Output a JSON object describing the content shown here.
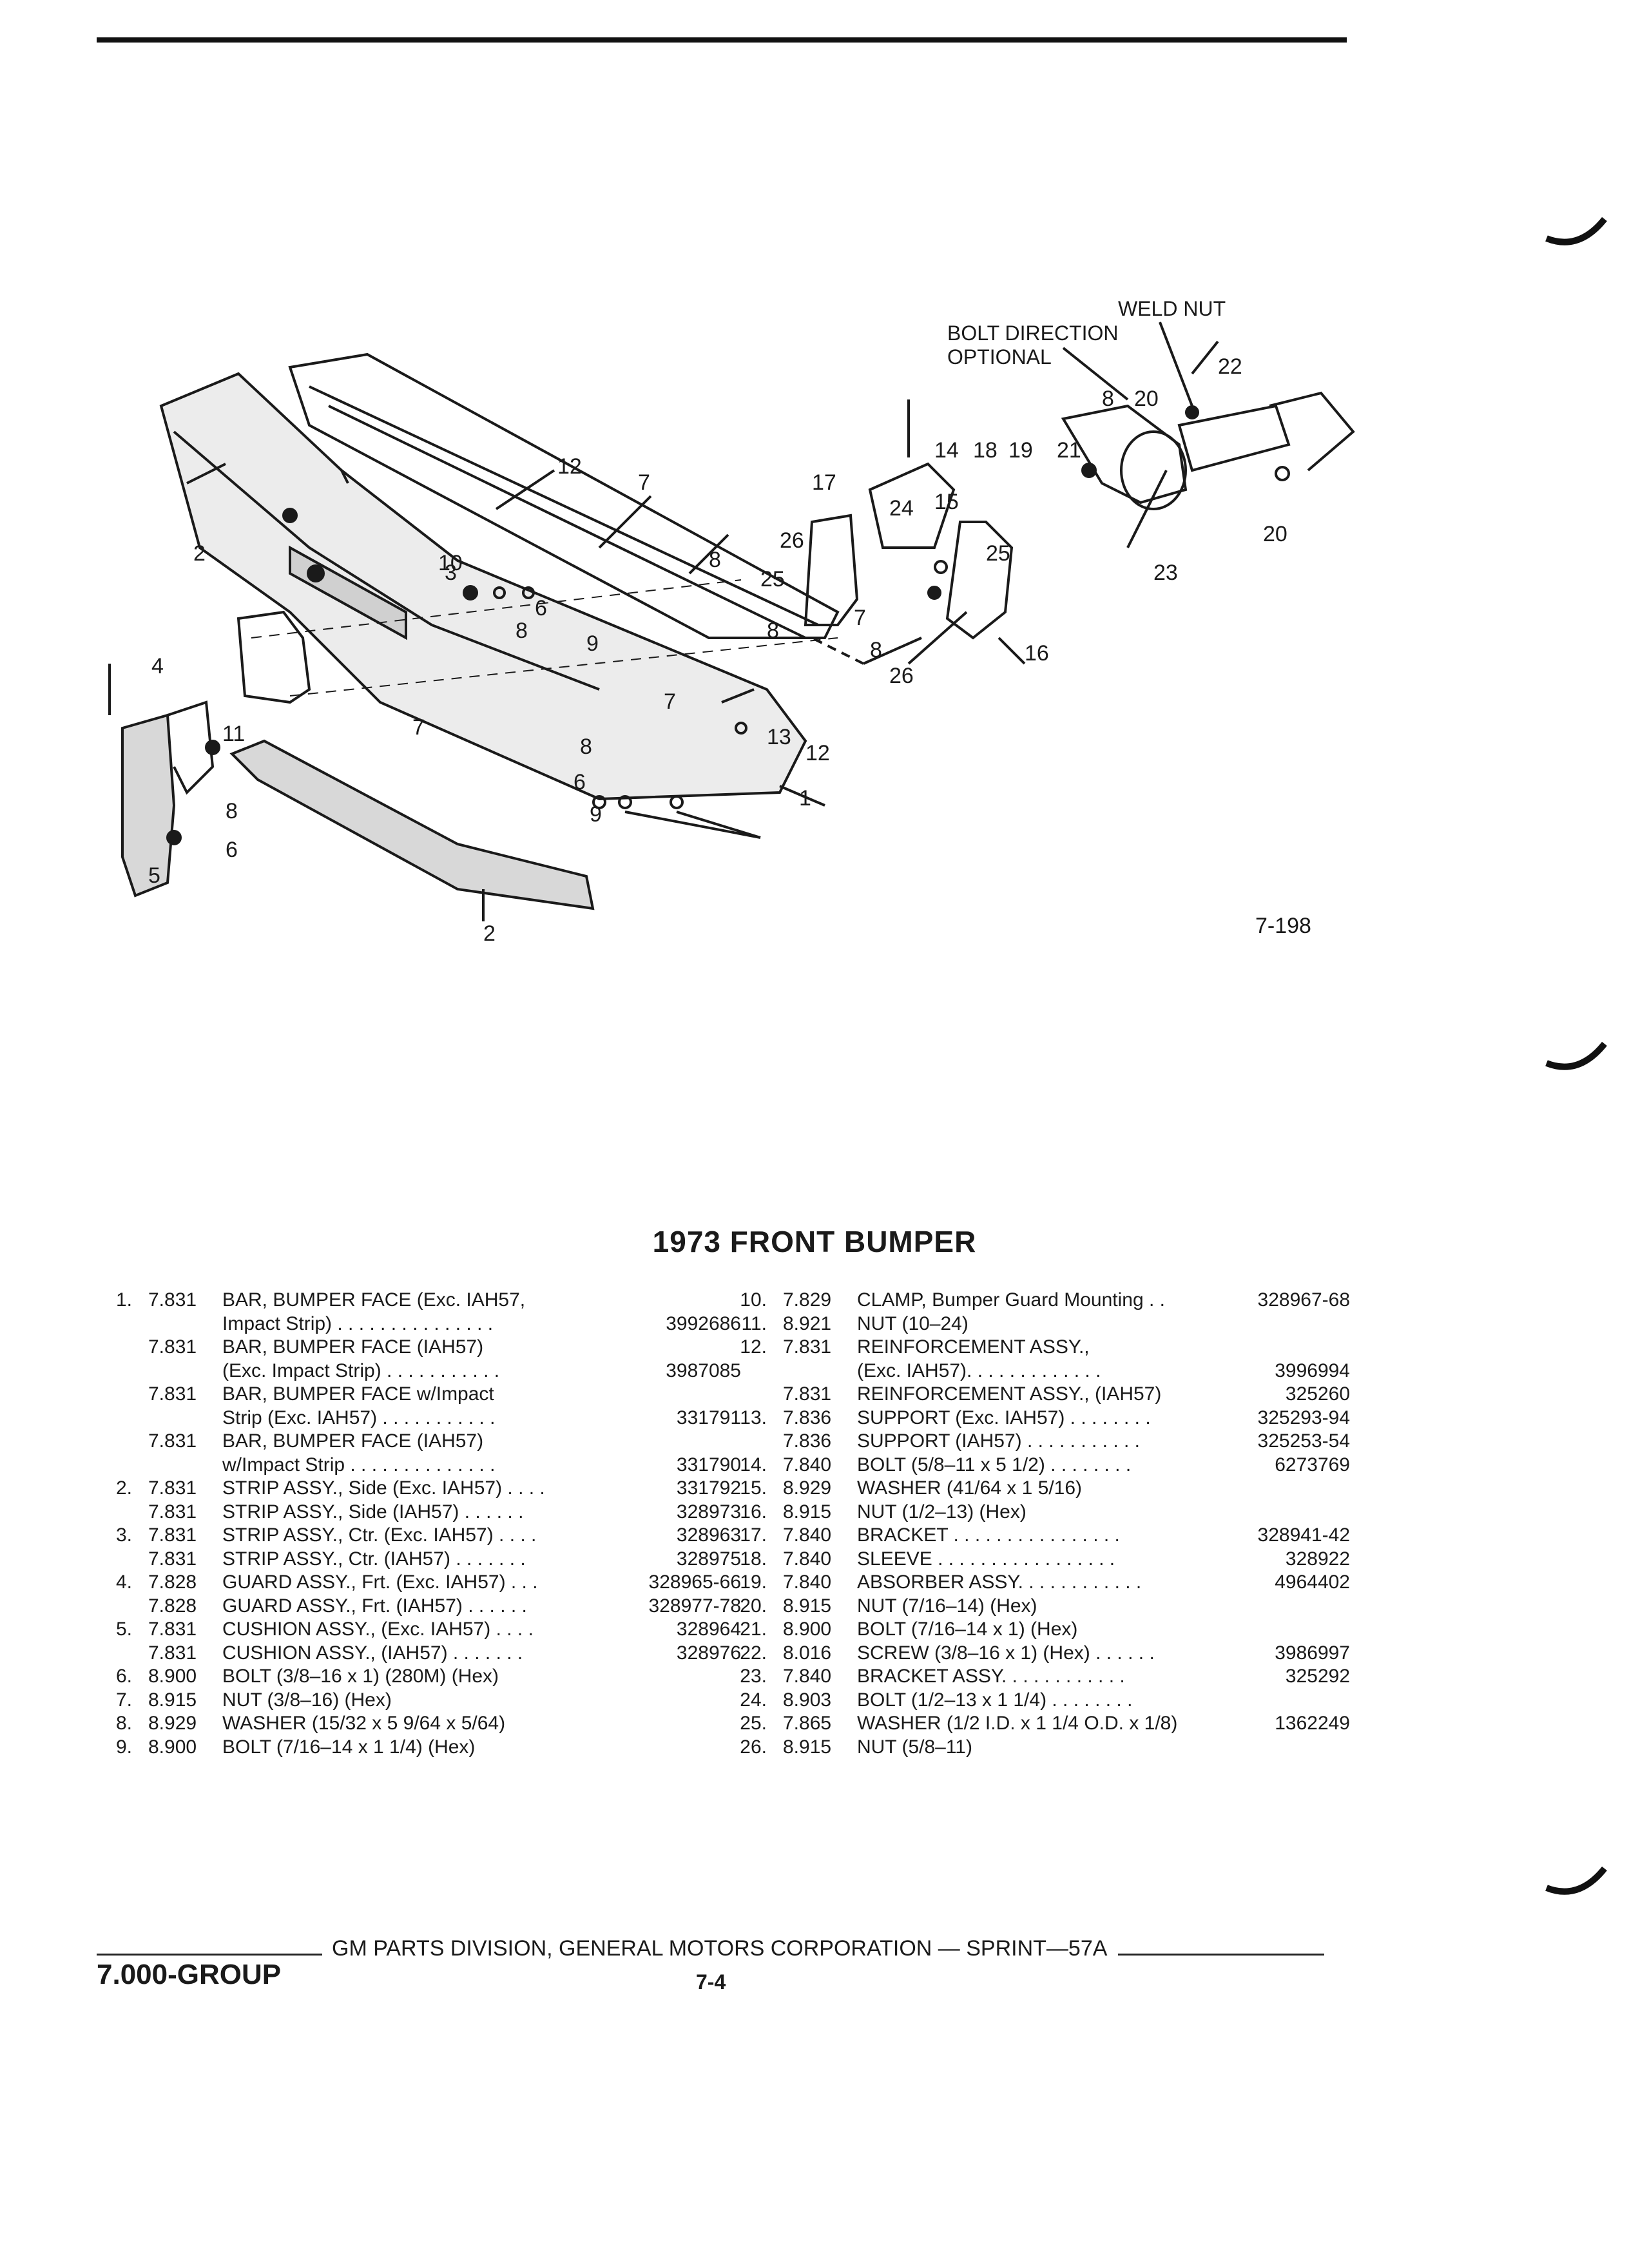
{
  "figure_number": "7-198",
  "callouts": {
    "weld_nut": "WELD NUT",
    "bolt_direction": "BOLT DIRECTION",
    "optional": "OPTIONAL"
  },
  "title": "1973 FRONT BUMPER",
  "left_items": [
    {
      "idx": "1.",
      "grp": "7.831",
      "desc": "BAR, BUMPER FACE (Exc. IAH57,",
      "pn": ""
    },
    {
      "idx": "",
      "grp": "",
      "desc": "     Impact Strip) . . . . . . . . . . . . . . .",
      "pn": "3992686"
    },
    {
      "idx": "",
      "grp": "7.831",
      "desc": "BAR, BUMPER FACE (IAH57)",
      "pn": ""
    },
    {
      "idx": "",
      "grp": "",
      "desc": "     (Exc. Impact Strip) . . . . . . . . . . .",
      "pn": "3987085"
    },
    {
      "idx": "",
      "grp": "7.831",
      "desc": "BAR, BUMPER FACE w/Impact",
      "pn": ""
    },
    {
      "idx": "",
      "grp": "",
      "desc": "     Strip (Exc. IAH57) . . . . . . . . . . .",
      "pn": "331791"
    },
    {
      "idx": "",
      "grp": "7.831",
      "desc": "BAR, BUMPER FACE (IAH57)",
      "pn": ""
    },
    {
      "idx": "",
      "grp": "",
      "desc": "     w/Impact Strip . . . . . . . . . . . . . .",
      "pn": "331790"
    },
    {
      "idx": "2.",
      "grp": "7.831",
      "desc": "STRIP ASSY., Side (Exc. IAH57) . . . .",
      "pn": "331792"
    },
    {
      "idx": "",
      "grp": "7.831",
      "desc": "STRIP ASSY., Side (IAH57) . . . . . .",
      "pn": "328973"
    },
    {
      "idx": "3.",
      "grp": "7.831",
      "desc": "STRIP ASSY., Ctr. (Exc. IAH57) . . . .",
      "pn": "328963"
    },
    {
      "idx": "",
      "grp": "7.831",
      "desc": "STRIP ASSY., Ctr. (IAH57) . . . . . . .",
      "pn": "328975"
    },
    {
      "idx": "4.",
      "grp": "7.828",
      "desc": "GUARD ASSY., Frt. (Exc. IAH57) . . .",
      "pn": "328965-66"
    },
    {
      "idx": "",
      "grp": "7.828",
      "desc": "GUARD ASSY., Frt. (IAH57) . . . . . .",
      "pn": "328977-78"
    },
    {
      "idx": "5.",
      "grp": "7.831",
      "desc": "CUSHION ASSY., (Exc. IAH57) . . . .",
      "pn": "328964"
    },
    {
      "idx": "",
      "grp": "7.831",
      "desc": "CUSHION ASSY., (IAH57) . . . . . . .",
      "pn": "328976"
    },
    {
      "idx": "6.",
      "grp": "8.900",
      "desc": "BOLT (3/8–16 x 1) (280M) (Hex)",
      "pn": ""
    },
    {
      "idx": "7.",
      "grp": "8.915",
      "desc": "NUT (3/8–16) (Hex)",
      "pn": ""
    },
    {
      "idx": "8.",
      "grp": "8.929",
      "desc": "WASHER (15/32 x 5 9/64 x 5/64)",
      "pn": ""
    },
    {
      "idx": "9.",
      "grp": "8.900",
      "desc": "BOLT (7/16–14 x 1 1/4) (Hex)",
      "pn": ""
    }
  ],
  "right_items": [
    {
      "idx": "10.",
      "grp": "7.829",
      "desc": "CLAMP, Bumper Guard Mounting . .",
      "pn": "328967-68"
    },
    {
      "idx": "11.",
      "grp": "8.921",
      "desc": "NUT (10–24)",
      "pn": ""
    },
    {
      "idx": "12.",
      "grp": "7.831",
      "desc": "REINFORCEMENT ASSY.,",
      "pn": ""
    },
    {
      "idx": "",
      "grp": "",
      "desc": "     (Exc. IAH57). . . . . . . . . . . . .",
      "pn": "3996994"
    },
    {
      "idx": "",
      "grp": "7.831",
      "desc": "REINFORCEMENT ASSY., (IAH57)",
      "pn": "325260"
    },
    {
      "idx": "13.",
      "grp": "7.836",
      "desc": "SUPPORT (Exc. IAH57) . . . . . . . .",
      "pn": "325293-94"
    },
    {
      "idx": "",
      "grp": "7.836",
      "desc": "SUPPORT (IAH57) . . . . . . . . . . .",
      "pn": "325253-54"
    },
    {
      "idx": "14.",
      "grp": "7.840",
      "desc": "BOLT (5/8–11 x 5 1/2) . . . . . . . .",
      "pn": "6273769"
    },
    {
      "idx": "15.",
      "grp": "8.929",
      "desc": "WASHER (41/64 x 1 5/16)",
      "pn": ""
    },
    {
      "idx": "16.",
      "grp": "8.915",
      "desc": "NUT (1/2–13) (Hex)",
      "pn": ""
    },
    {
      "idx": "17.",
      "grp": "7.840",
      "desc": "BRACKET . . . . . . . . . . . . . . . .",
      "pn": "328941-42"
    },
    {
      "idx": "18.",
      "grp": "7.840",
      "desc": "SLEEVE . . . . . . . . . . . . . . . . .",
      "pn": "328922"
    },
    {
      "idx": "19.",
      "grp": "7.840",
      "desc": "ABSORBER ASSY. . . . . . . . . . . .",
      "pn": "4964402"
    },
    {
      "idx": "20.",
      "grp": "8.915",
      "desc": "NUT (7/16–14) (Hex)",
      "pn": ""
    },
    {
      "idx": "21.",
      "grp": "8.900",
      "desc": "BOLT (7/16–14 x 1) (Hex)",
      "pn": ""
    },
    {
      "idx": "22.",
      "grp": "8.016",
      "desc": "SCREW (3/8–16 x 1) (Hex) . . . . . .",
      "pn": "3986997"
    },
    {
      "idx": "23.",
      "grp": "7.840",
      "desc": "BRACKET ASSY. . . . . . . . . . . .",
      "pn": "325292"
    },
    {
      "idx": "24.",
      "grp": "8.903",
      "desc": "BOLT (1/2–13 x 1 1/4) . . . . . . . .",
      "pn": ""
    },
    {
      "idx": "25.",
      "grp": "7.865",
      "desc": "WASHER (1/2 I.D. x 1 1/4 O.D. x 1/8)",
      "pn": "1362249"
    },
    {
      "idx": "26.",
      "grp": "8.915",
      "desc": "NUT (5/8–11)",
      "pn": ""
    }
  ],
  "footer": {
    "division": "GM PARTS DIVISION, GENERAL MOTORS CORPORATION — SPRINT—57A",
    "group": "7.000-GROUP",
    "page": "7-4"
  }
}
